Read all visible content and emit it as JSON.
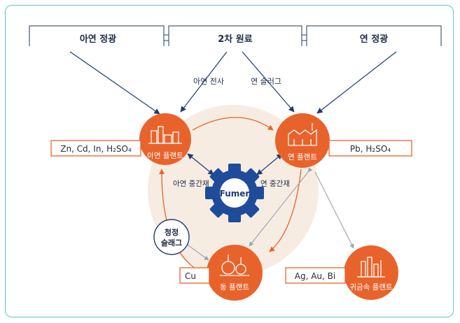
{
  "sources": {
    "zinc_concentrate": "아연 정광",
    "secondary_materials": "2차 원료",
    "lead_concentrate": "연 정광"
  },
  "flows": {
    "zinc_residue": "아연 전사",
    "lead_slag": "연 슬러그",
    "zinc_intermediate": "아연 중간재",
    "lead_intermediate": "연 중간재"
  },
  "center": {
    "label": "Fumer"
  },
  "plants": {
    "zinc": "아연 플랜트",
    "lead": "연 플랜트",
    "copper": "동 플랜트",
    "precious": "귀금속 플랜트"
  },
  "clean_slag": {
    "line1": "청정",
    "line2": "슬래그"
  },
  "products": {
    "zinc": "Zn, Cd, In, H₂SO₄",
    "lead": "Pb, H₂SO₄",
    "copper": "Cu",
    "precious": "Ag, Au, Bi"
  },
  "colors": {
    "accent": "#e8632b",
    "navy": "#1f3a78",
    "frame": "#5ec3d0",
    "halo": "#f6ece2"
  }
}
